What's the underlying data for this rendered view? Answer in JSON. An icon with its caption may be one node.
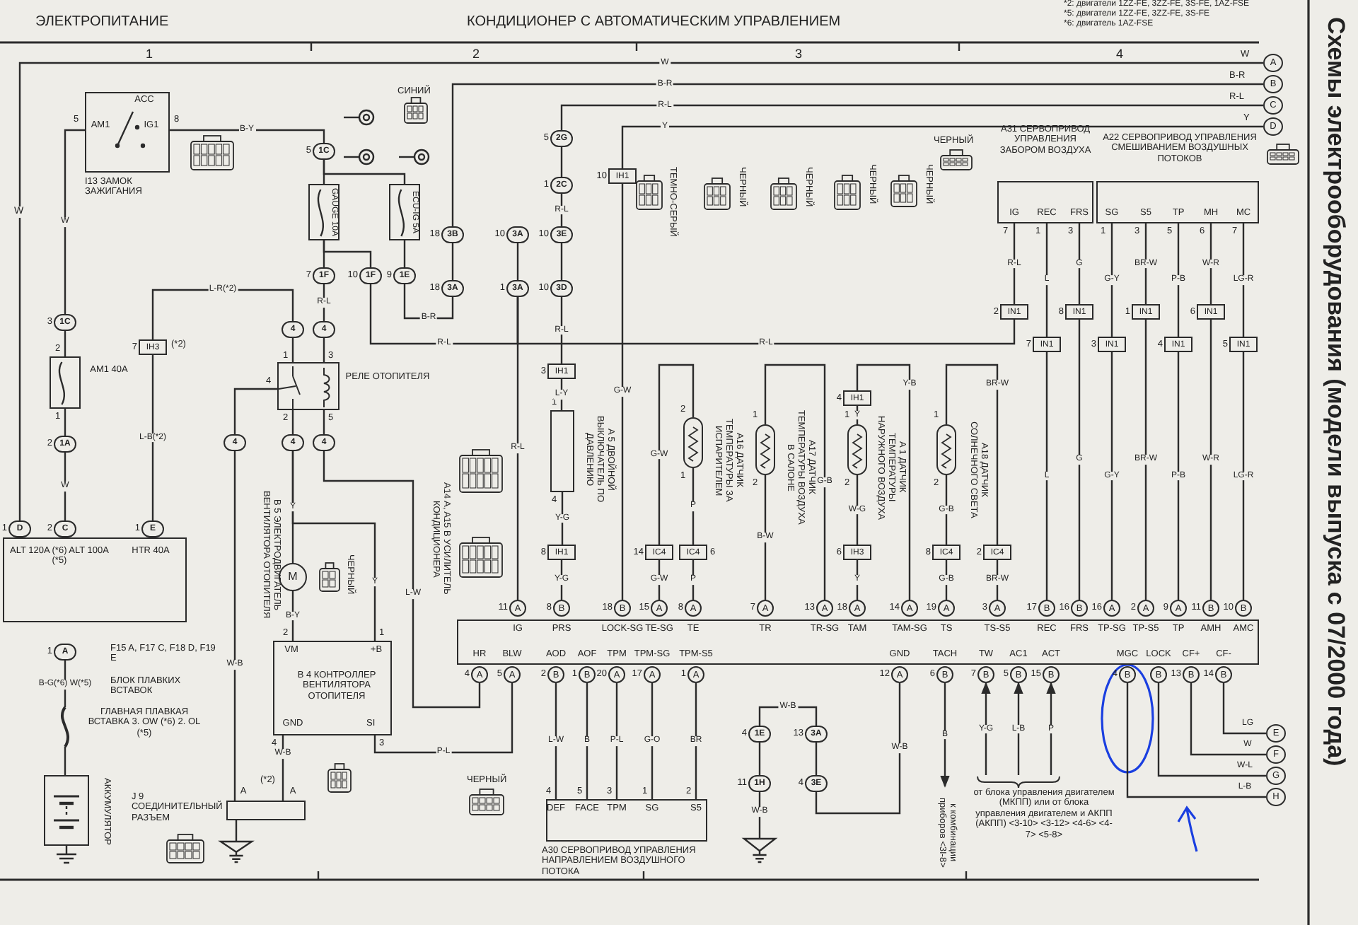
{
  "diagram": {
    "title": "КОНДИЦИОНЕР С АВТОМАТИЧЕСКИМ УПРАВЛЕНИЕМ",
    "nodes": [
      {
        "text": [
          "ACC",
          "AM1",
          "IG1",
          "I13 ЗАМОК ЗАЖИГАНИЯ"
        ],
        "beside": [
          "5",
          "8"
        ]
      },
      {
        "text": [
          "1C"
        ],
        "beside": [
          "5"
        ]
      },
      {
        "text": [
          "GAUGE 10A"
        ]
      },
      {
        "text": [
          "ECU-IG 5A"
        ]
      },
      {
        "text": [
          "1F"
        ],
        "beside": [
          "7"
        ]
      },
      {
        "text": [
          "1F"
        ],
        "beside": [
          "10"
        ]
      },
      {
        "text": [
          "1E"
        ],
        "beside": [
          "9"
        ]
      },
      {
        "text": [
          "3B"
        ],
        "beside": [
          "18"
        ]
      },
      {
        "text": [
          "3A"
        ],
        "beside": [
          "18"
        ]
      },
      {
        "text": [
          "3A"
        ],
        "beside": [
          "10"
        ]
      },
      {
        "text": [
          "3A"
        ],
        "beside": [
          "1"
        ]
      },
      {
        "text": [
          "2G"
        ],
        "beside": [
          "5"
        ]
      },
      {
        "text": [
          "2C"
        ],
        "beside": [
          "1"
        ]
      },
      {
        "text": [
          "3E"
        ],
        "beside": [
          "10"
        ]
      },
      {
        "text": [
          "3D"
        ],
        "beside": [
          "10"
        ]
      },
      {
        "text": [
          "IH1"
        ],
        "beside": [
          "10"
        ]
      },
      {
        "text": [
          "1C"
        ],
        "beside": [
          "3"
        ]
      },
      {
        "text": [
          "AM1 40A"
        ],
        "beside": [
          "2",
          "1"
        ]
      },
      {
        "text": [
          "1A"
        ],
        "beside": [
          "2"
        ]
      },
      {
        "text": [
          "IH3"
        ],
        "beside": [
          "7",
          "(*2)"
        ]
      },
      {
        "text": [
          "4"
        ]
      },
      {
        "text": [
          "4"
        ]
      },
      {
        "text": [
          "РЕЛЕ ОТОПИТЕЛЯ"
        ],
        "beside": [
          "1",
          "3",
          "4",
          "2",
          "5"
        ]
      },
      {
        "text": [
          "4"
        ]
      },
      {
        "text": [
          "4"
        ]
      },
      {
        "text": [
          "4"
        ]
      },
      {
        "text": [
          "M",
          "B 5 ЭЛЕКТРОДВИГАТЕЛЬ ВЕНТИЛЯТОРА ОТОПИТЕЛЯ"
        ]
      },
      {
        "text": [
          "ALT 120A (*6) ALT 100A (*5)",
          "HTR 40A"
        ]
      },
      {
        "text": [
          "D"
        ],
        "beside": [
          "1"
        ]
      },
      {
        "text": [
          "C"
        ],
        "beside": [
          "2"
        ]
      },
      {
        "text": [
          "E"
        ],
        "beside": [
          "1"
        ]
      },
      {
        "text": [
          "A"
        ],
        "beside": [
          "1"
        ]
      },
      {
        "text": [
          "ГЛАВНАЯ ПЛАВКАЯ ВСТАВКА 3. OW (*6) 2. OL (*5)"
        ]
      },
      {
        "text": [
          "АККУМУЛЯТОР"
        ]
      },
      {
        "text": [
          "VM",
          "+B",
          "B 4 КОНТРОЛЛЕР ВЕНТИЛЯТОРА ОТОПИТЕЛЯ",
          "GND",
          "SI"
        ],
        "beside": [
          "2",
          "1",
          "4",
          "3"
        ]
      },
      {
        "text": [
          "A",
          "A",
          "J 9 СОЕДИНИТЕЛЬНЫЙ РАЗЪЕМ"
        ]
      },
      {
        "text": [],
        "shape": "triangle"
      },
      {
        "text": [
          "A 5 ДВОЙНОЙ ВЫКЛЮЧАТЕЛЬ ПО ДАВЛЕНИЮ"
        ],
        "beside": [
          "1",
          "4"
        ]
      },
      {
        "text": [
          "IH1"
        ],
        "beside": [
          "3"
        ]
      },
      {
        "text": [
          "IH1"
        ],
        "beside": [
          "8"
        ]
      },
      {
        "text": [
          "IC4"
        ],
        "beside": [
          "14"
        ]
      },
      {
        "text": [
          "A16 ДАТЧИК ТЕМПЕРАТУРЫ ЗА ИСПАРИТЕЛЕМ"
        ],
        "beside": [
          "2",
          "1"
        ]
      },
      {
        "text": [
          "IC4"
        ],
        "beside": [
          "6"
        ]
      },
      {
        "text": [
          "A17 ДАТЧИК ТЕМПЕРАТУРЫ ВОЗДУХА В САЛОНЕ"
        ],
        "beside": [
          "1",
          "2"
        ]
      },
      {
        "text": [
          "A 1 ДАТЧИК ТЕМПЕРАТУРЫ НАРУЖНОГО ВОЗДУХА"
        ],
        "beside": [
          "1",
          "2"
        ]
      },
      {
        "text": [
          "IH1"
        ],
        "beside": [
          "4"
        ]
      },
      {
        "text": [
          "IH3"
        ],
        "beside": [
          "6"
        ]
      },
      {
        "text": [
          "A18 ДАТЧИК СОЛНЕЧНОГО СВЕТА"
        ],
        "beside": [
          "1",
          "2"
        ]
      },
      {
        "text": [
          "IC4"
        ],
        "beside": [
          "8"
        ]
      },
      {
        "text": [
          "IC4"
        ],
        "beside": [
          "2"
        ]
      },
      {
        "text": [
          "A31 СЕРВОПРИВОД УПРАВЛЕНИЯ ЗАБОРОМ ВОЗДУХА",
          "IG",
          "REC",
          "FRS"
        ],
        "beside": [
          "7",
          "1",
          "3"
        ]
      },
      {
        "text": [
          "A22 СЕРВОПРИВОД УПРАВЛЕНИЯ СМЕШИВАНИЕМ ВОЗДУШНЫХ ПОТОКОВ",
          "SG",
          "S5",
          "TP",
          "MH",
          "MC"
        ],
        "beside": [
          "1",
          "3",
          "5",
          "6",
          "7"
        ]
      },
      {
        "text": [
          "IN1"
        ],
        "beside": [
          "2"
        ]
      },
      {
        "text": [
          "IN1"
        ],
        "beside": [
          "7"
        ]
      },
      {
        "text": [
          "IN1"
        ],
        "beside": [
          "8"
        ]
      },
      {
        "text": [
          "IN1"
        ],
        "beside": [
          "3"
        ]
      },
      {
        "text": [
          "IN1"
        ],
        "beside": [
          "1"
        ]
      },
      {
        "text": [
          "IN1"
        ],
        "beside": [
          "4"
        ]
      },
      {
        "text": [
          "IN1"
        ],
        "beside": [
          "6"
        ]
      },
      {
        "text": [
          "IN1"
        ],
        "beside": [
          "5"
        ]
      },
      {
        "text": [
          "A14 A, A15 B УСИЛИТЕЛЬ КОНДИЦИОНЕРА",
          "IG",
          "PRS",
          "LOCK-SG",
          "TE-SG",
          "TE",
          "TR",
          "TR-SG",
          "TAM",
          "TAM-SG",
          "TS",
          "TS-S5",
          "REC",
          "FRS",
          "TP-SG",
          "TP-S5",
          "TP",
          "AMH",
          "AMC",
          "HR",
          "BLW",
          "AOD",
          "AOF",
          "TPM",
          "TPM-SG",
          "TPM-S5",
          "GND",
          "TACH",
          "TW",
          "AC1",
          "ACT",
          "MGC",
          "LOCK",
          "CF+",
          "CF-"
        ]
      },
      {
        "text": [
          "DEF",
          "FACE",
          "TPM",
          "SG",
          "S5",
          "A30 СЕРВОПРИВОД УПРАВЛЕНИЯ НАПРАВЛЕНИЕМ ВОЗДУШНОГО ПОТОКА"
        ],
        "beside": [
          "4",
          "5",
          "3",
          "1",
          "2"
        ]
      },
      {
        "text": [
          "1E"
        ],
        "beside": [
          "4"
        ]
      },
      {
        "text": [
          "3A"
        ],
        "beside": [
          "13"
        ]
      },
      {
        "text": [
          "1H"
        ],
        "beside": [
          "11"
        ]
      },
      {
        "text": [
          "3E"
        ],
        "beside": [
          "4"
        ]
      },
      {
        "text": [],
        "shape": "triangle"
      },
      {
        "text": [
          "к комбинации приборов <3I-8>"
        ]
      },
      {
        "text": [
          "от блока управления двигателем (МКПП) или от блока управления двигателем и АКПП (АКПП) <3-10> <3-12> <4-6> <4-7> <5-8>"
        ]
      },
      {
        "text": [
          "A"
        ]
      },
      {
        "text": [
          "B"
        ]
      },
      {
        "text": [
          "C"
        ]
      },
      {
        "text": [
          "D"
        ]
      },
      {
        "text": [
          "E"
        ]
      },
      {
        "text": [
          "F"
        ]
      },
      {
        "text": [
          "G"
        ]
      },
      {
        "text": [
          "H"
        ]
      },
      {
        "text": [
          "A"
        ],
        "beside": [
          "11"
        ]
      },
      {
        "text": [
          "B"
        ],
        "beside": [
          "8"
        ]
      },
      {
        "text": [
          "B"
        ],
        "beside": [
          "18"
        ]
      },
      {
        "text": [
          "A"
        ],
        "beside": [
          "15"
        ]
      },
      {
        "text": [
          "A"
        ],
        "beside": [
          "8"
        ]
      },
      {
        "text": [
          "A"
        ],
        "beside": [
          "7"
        ]
      },
      {
        "text": [
          "A"
        ],
        "beside": [
          "13"
        ]
      },
      {
        "text": [
          "A"
        ],
        "beside": [
          "18"
        ]
      },
      {
        "text": [
          "A"
        ],
        "beside": [
          "14"
        ]
      },
      {
        "text": [
          "A"
        ],
        "beside": [
          "19"
        ]
      },
      {
        "text": [
          "A"
        ],
        "beside": [
          "3"
        ]
      },
      {
        "text": [
          "B"
        ],
        "beside": [
          "17"
        ]
      },
      {
        "text": [
          "B"
        ],
        "beside": [
          "16"
        ]
      },
      {
        "text": [
          "A"
        ],
        "beside": [
          "16"
        ]
      },
      {
        "text": [
          "A"
        ],
        "beside": [
          "2"
        ]
      },
      {
        "text": [
          "A"
        ],
        "beside": [
          "9"
        ]
      },
      {
        "text": [
          "B"
        ],
        "beside": [
          "11"
        ]
      },
      {
        "text": [
          "B"
        ],
        "beside": [
          "10"
        ]
      },
      {
        "text": [
          "A"
        ],
        "beside": [
          "4"
        ]
      },
      {
        "text": [
          "A"
        ],
        "beside": [
          "5"
        ]
      },
      {
        "text": [
          "B"
        ],
        "beside": [
          "2"
        ]
      },
      {
        "text": [
          "B"
        ],
        "beside": [
          "1"
        ]
      },
      {
        "text": [
          "A"
        ],
        "beside": [
          "20"
        ]
      },
      {
        "text": [
          "A"
        ],
        "beside": [
          "17"
        ]
      },
      {
        "text": [
          "A"
        ],
        "beside": [
          "1"
        ]
      },
      {
        "text": [
          "A"
        ],
        "beside": [
          "12"
        ]
      },
      {
        "text": [
          "B"
        ],
        "beside": [
          "6"
        ]
      },
      {
        "text": [
          "B"
        ],
        "beside": [
          "7"
        ]
      },
      {
        "text": [
          "B"
        ],
        "beside": [
          "5"
        ]
      },
      {
        "text": [
          "B"
        ],
        "beside": [
          "15"
        ]
      },
      {
        "text": [
          "B"
        ],
        "beside": [
          "4"
        ]
      },
      {
        "text": [
          "B"
        ]
      },
      {
        "text": [
          "B"
        ],
        "beside": [
          "13"
        ]
      },
      {
        "text": [
          "B"
        ],
        "beside": [
          "14"
        ]
      }
    ],
    "edges": [
      {
        "from": 0,
        "to": 1,
        "arrow": "none",
        "label": "B-Y"
      },
      {
        "from": 1,
        "to": 2,
        "arrow": "none"
      },
      {
        "from": 1,
        "to": 3,
        "arrow": "none"
      },
      {
        "from": 2,
        "to": 4,
        "arrow": "none"
      },
      {
        "from": 2,
        "to": 5,
        "arrow": "none"
      },
      {
        "from": 3,
        "to": 6,
        "arrow": "none"
      },
      {
        "from": 4,
        "to": 21,
        "arrow": "none",
        "label": "R-L"
      },
      {
        "from": 5,
        "to": 10,
        "arrow": "none",
        "label": "R-L"
      },
      {
        "from": 6,
        "to": 8,
        "arrow": "none",
        "label": "B-R"
      },
      {
        "from": 7,
        "to": 8,
        "arrow": "none"
      },
      {
        "from": 70,
        "to": 7,
        "arrow": "none",
        "label": "B-R"
      },
      {
        "from": 71,
        "to": 11,
        "arrow": "none",
        "label": "R-L"
      },
      {
        "from": 11,
        "to": 12,
        "arrow": "none"
      },
      {
        "from": 12,
        "to": 13,
        "arrow": "none",
        "label": "R-L"
      },
      {
        "from": 9,
        "to": 10,
        "arrow": "none"
      },
      {
        "from": 13,
        "to": 14,
        "arrow": "none"
      },
      {
        "from": 14,
        "to": 38,
        "arrow": "none",
        "label": "R-L"
      },
      {
        "from": 10,
        "to": 77,
        "arrow": "none",
        "label": "R-L"
      },
      {
        "from": 72,
        "to": 15,
        "arrow": "none",
        "label": "Y"
      },
      {
        "from": 15,
        "to": 79,
        "arrow": "none",
        "label": "G-W"
      },
      {
        "from": 69,
        "to": 28,
        "arrow": "none",
        "label": "W"
      },
      {
        "from": 0,
        "to": 16,
        "arrow": "none",
        "label": "W"
      },
      {
        "from": 16,
        "to": 17,
        "arrow": "none"
      },
      {
        "from": 17,
        "to": 18,
        "arrow": "none"
      },
      {
        "from": 18,
        "to": 29,
        "arrow": "none",
        "label": "W"
      },
      {
        "from": 20,
        "to": 19,
        "arrow": "none",
        "label": "L-R(*2)"
      },
      {
        "from": 19,
        "to": 30,
        "arrow": "none",
        "label": "L-B(*2)"
      },
      {
        "from": 20,
        "to": 22,
        "arrow": "none"
      },
      {
        "from": 21,
        "to": 22,
        "arrow": "none"
      },
      {
        "from": 22,
        "to": 23,
        "arrow": "none"
      },
      {
        "from": 22,
        "to": 24,
        "arrow": "none"
      },
      {
        "from": 22,
        "to": 25,
        "arrow": "none"
      },
      {
        "from": 24,
        "to": 26,
        "arrow": "none",
        "label": "Y"
      },
      {
        "from": 24,
        "to": 34,
        "arrow": "none",
        "label": "Y"
      },
      {
        "from": 26,
        "to": 34,
        "arrow": "none",
        "label": "B-Y"
      },
      {
        "from": 25,
        "to": 95,
        "arrow": "none",
        "label": "L-W"
      },
      {
        "from": 23,
        "to": 35,
        "arrow": "none",
        "label": "W-B"
      },
      {
        "from": 34,
        "to": 35,
        "arrow": "none",
        "label": "W-B"
      },
      {
        "from": 35,
        "to": 36,
        "arrow": "none"
      },
      {
        "from": 34,
        "to": 96,
        "arrow": "none",
        "label": "P-L"
      },
      {
        "from": 31,
        "to": 32,
        "arrow": "none",
        "label": "B-G(*6) W(*5)"
      },
      {
        "from": 32,
        "to": 33,
        "arrow": "none"
      },
      {
        "from": 38,
        "to": 37,
        "arrow": "none",
        "label": "L-Y"
      },
      {
        "from": 37,
        "to": 39,
        "arrow": "none",
        "label": "Y-G"
      },
      {
        "from": 39,
        "to": 78,
        "arrow": "none",
        "label": "Y-G"
      },
      {
        "from": 41,
        "to": 40,
        "arrow": "none",
        "label": "G-W"
      },
      {
        "from": 40,
        "to": 80,
        "arrow": "none",
        "label": "G-W"
      },
      {
        "from": 41,
        "to": 42,
        "arrow": "none",
        "label": "P"
      },
      {
        "from": 42,
        "to": 81,
        "arrow": "none",
        "label": "P"
      },
      {
        "from": 43,
        "to": 82,
        "arrow": "none",
        "label": "B-W"
      },
      {
        "from": 43,
        "to": 83,
        "arrow": "none",
        "label": "G-B"
      },
      {
        "from": 45,
        "to": 44,
        "arrow": "none",
        "label": "Y"
      },
      {
        "from": 44,
        "to": 46,
        "arrow": "none",
        "label": "W-G"
      },
      {
        "from": 46,
        "to": 84,
        "arrow": "none",
        "label": "Y"
      },
      {
        "from": 45,
        "to": 85,
        "arrow": "none",
        "label": "Y-B"
      },
      {
        "from": 47,
        "to": 48,
        "arrow": "none",
        "label": "G-B"
      },
      {
        "from": 48,
        "to": 86,
        "arrow": "none",
        "label": "G-B"
      },
      {
        "from": 47,
        "to": 49,
        "arrow": "none",
        "label": "BR-W"
      },
      {
        "from": 49,
        "to": 87,
        "arrow": "none",
        "label": "BR-W"
      },
      {
        "from": 50,
        "to": 52,
        "arrow": "none",
        "label": "R-L"
      },
      {
        "from": 52,
        "to": 10,
        "arrow": "none",
        "label": "R-L"
      },
      {
        "from": 50,
        "to": 53,
        "arrow": "none",
        "label": "L"
      },
      {
        "from": 53,
        "to": 88,
        "arrow": "none",
        "label": "L"
      },
      {
        "from": 50,
        "to": 54,
        "arrow": "none",
        "label": "G"
      },
      {
        "from": 54,
        "to": 89,
        "arrow": "none",
        "label": "G"
      },
      {
        "from": 51,
        "to": 55,
        "arrow": "none",
        "label": "G-Y"
      },
      {
        "from": 55,
        "to": 90,
        "arrow": "none",
        "label": "G-Y"
      },
      {
        "from": 51,
        "to": 56,
        "arrow": "none",
        "label": "BR-W"
      },
      {
        "from": 56,
        "to": 91,
        "arrow": "none",
        "label": "BR-W"
      },
      {
        "from": 51,
        "to": 57,
        "arrow": "none",
        "label": "P-B"
      },
      {
        "from": 57,
        "to": 92,
        "arrow": "none",
        "label": "P-B"
      },
      {
        "from": 51,
        "to": 58,
        "arrow": "none",
        "label": "W-R"
      },
      {
        "from": 58,
        "to": 93,
        "arrow": "none",
        "label": "W-R"
      },
      {
        "from": 51,
        "to": 59,
        "arrow": "none",
        "label": "LG-R"
      },
      {
        "from": 59,
        "to": 94,
        "arrow": "none",
        "label": "LG-R"
      },
      {
        "from": 97,
        "to": 61,
        "arrow": "none",
        "label": "L-W"
      },
      {
        "from": 98,
        "to": 61,
        "arrow": "none",
        "label": "B"
      },
      {
        "from": 99,
        "to": 61,
        "arrow": "none",
        "label": "P-L"
      },
      {
        "from": 100,
        "to": 61,
        "arrow": "none",
        "label": "G-O"
      },
      {
        "from": 101,
        "to": 61,
        "arrow": "none",
        "label": "BR"
      },
      {
        "from": 102,
        "to": 65,
        "arrow": "none",
        "label": "W-B"
      },
      {
        "from": 65,
        "to": 63,
        "arrow": "none"
      },
      {
        "from": 63,
        "to": 62,
        "arrow": "none",
        "label": "W-B"
      },
      {
        "from": 62,
        "to": 64,
        "arrow": "none"
      },
      {
        "from": 64,
        "to": 66,
        "arrow": "none",
        "label": "W-B"
      },
      {
        "from": 103,
        "to": 67,
        "arrow": "to",
        "label": "B"
      },
      {
        "from": 68,
        "to": 104,
        "arrow": "to",
        "label": "Y-G"
      },
      {
        "from": 68,
        "to": 105,
        "arrow": "to",
        "label": "L-B"
      },
      {
        "from": 68,
        "to": 106,
        "arrow": "to",
        "label": "P"
      },
      {
        "from": 107,
        "to": 76,
        "arrow": "none",
        "label": "L-B"
      },
      {
        "from": 108,
        "to": 75,
        "arrow": "none",
        "label": "W-L"
      },
      {
        "from": 109,
        "to": 74,
        "arrow": "none",
        "label": "W"
      },
      {
        "from": 110,
        "to": 73,
        "arrow": "none",
        "label": "LG"
      }
    ],
    "labels": [
      "ЭЛЕКТРОПИТАНИЕ",
      "*2: двигатели 1ZZ-FE, 3ZZ-FE, 3S-FE, 1AZ-FSE",
      "*5: двигатели 1ZZ-FE, 3ZZ-FE, 3S-FE",
      "*6: двигатель 1AZ-FSE",
      "1",
      "2",
      "3",
      "4",
      "Схемы электрооборудования (модели выпуска с 07/2000 года)",
      "W",
      "B-R",
      "R-L",
      "Y",
      "W",
      "F15 A, F17 C, F18 D, F19 E",
      "БЛОК ПЛАВКИХ ВСТАВОК",
      "(*2)",
      "СИНИЙ",
      "ТЕМНО-СЕРЫЙ",
      "ЧЕРНЫЙ",
      "ЧЕРНЫЙ",
      "ЧЕРНЫЙ",
      "ЧЕРНЫЙ",
      "ЧЕРНЫЙ",
      "ЧЕРНЫЙ",
      "ЧЕРНЫЙ"
    ]
  }
}
